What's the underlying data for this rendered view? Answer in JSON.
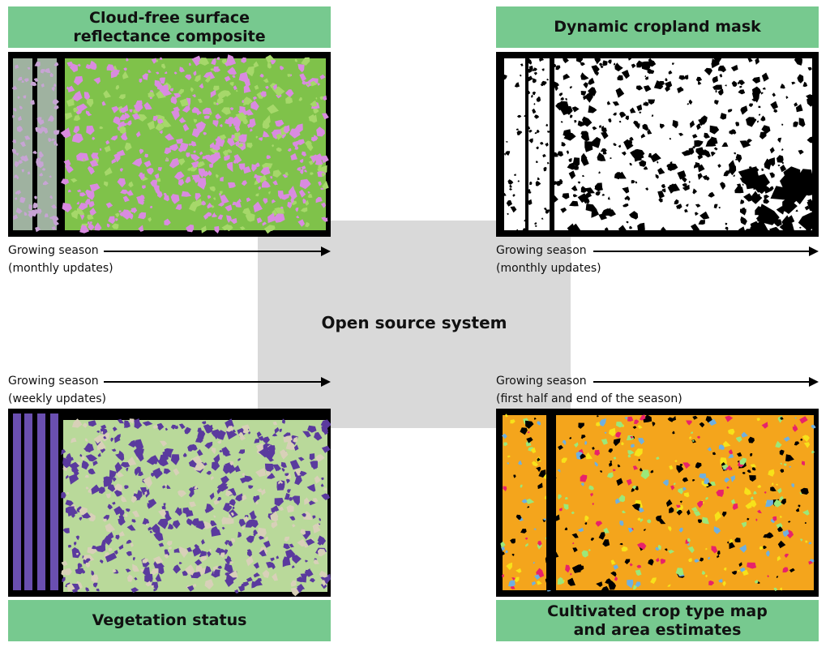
{
  "center": {
    "label": "Open source system"
  },
  "panels": {
    "composite": {
      "title_line1": "Cloud-free surface",
      "title_line2": "reflectance composite",
      "season": "Growing season",
      "update": "(monthly updates)"
    },
    "mask": {
      "title": "Dynamic cropland mask",
      "season": "Growing season",
      "update": "(monthly updates)"
    },
    "vegetation": {
      "title": "Vegetation status",
      "season": "Growing season",
      "update": "(weekly updates)"
    },
    "croptype": {
      "title_line1": "Cultivated crop type map",
      "title_line2": "and area estimates",
      "season": "Growing season",
      "update": "(first half and end of the season)"
    }
  },
  "colors": {
    "banner": "#77c98f",
    "center_box": "#d9d9d9",
    "composite_base": "#7fc24a",
    "composite_patch": "#d98be0",
    "vegetation_base": "#b9d99a",
    "vegetation_patch": "#5a3a9e",
    "crop_base": "#f4a51c",
    "crop_patch": [
      "#e8226a",
      "#9be87a",
      "#6fb0e0",
      "#f7e21a"
    ]
  },
  "icons": [
    "arrow-right-icon"
  ]
}
